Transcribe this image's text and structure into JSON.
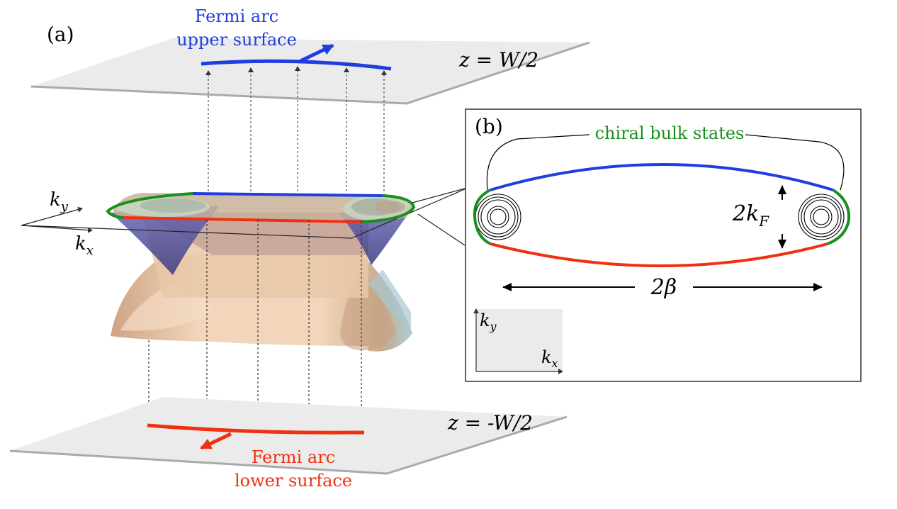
{
  "panel_a": {
    "label": "(a)",
    "upper_plane_label": "z = W/2",
    "lower_plane_label": "z = -W/2",
    "upper_arc_line1": "Fermi arc",
    "upper_arc_line2": "upper surface",
    "lower_arc_line1": "Fermi arc",
    "lower_arc_line2": "lower surface",
    "axis_ky": "k",
    "axis_ky_sub": "y",
    "axis_kx": "k",
    "axis_kx_sub": "x"
  },
  "panel_b": {
    "label": "(b)",
    "chiral_label": "chiral bulk states",
    "kf_label": "2k",
    "kf_sub": "F",
    "beta_label": "2β",
    "axis_ky": "k",
    "axis_ky_sub": "y",
    "axis_kx": "k",
    "axis_kx_sub": "x"
  },
  "colors": {
    "upper_arc": "#1f3de0",
    "lower_arc": "#f03010",
    "chiral": "#18901c",
    "plane": "#ebebeb",
    "bulk": "#e8c8a8",
    "cone_blue": "#5a58a8"
  }
}
